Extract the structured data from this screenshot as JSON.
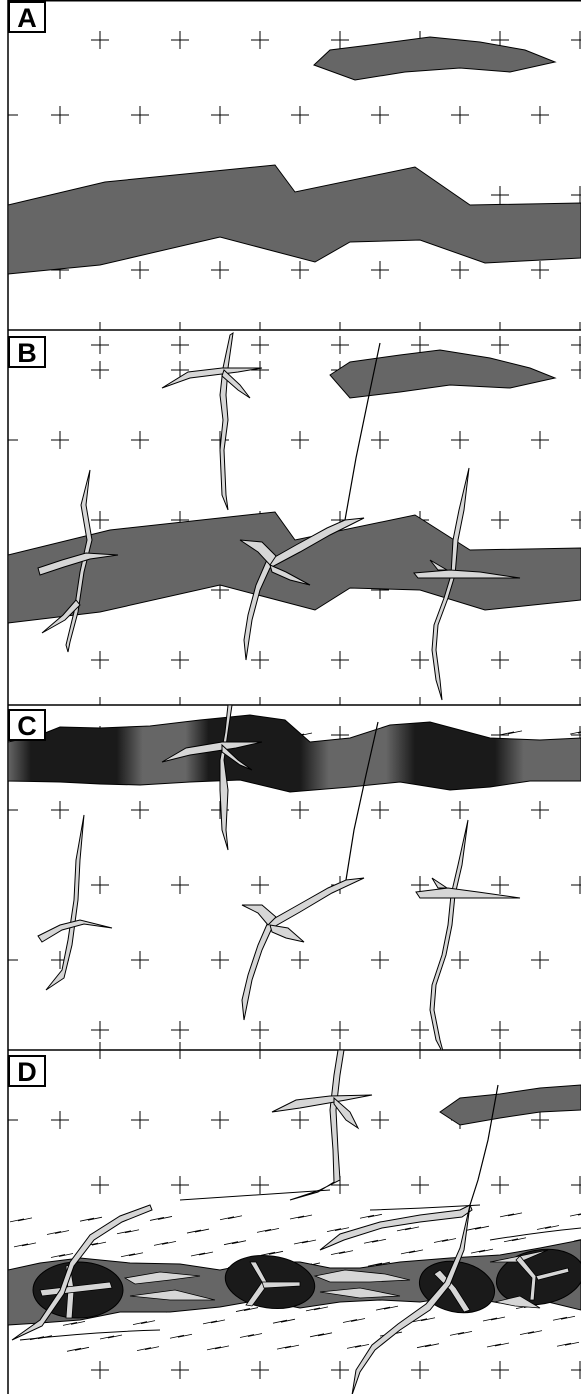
{
  "panels": [
    {
      "label": "A"
    },
    {
      "label": "B"
    },
    {
      "label": "C"
    },
    {
      "label": "D"
    }
  ],
  "colors": {
    "host_rock": "#ffffff",
    "layer": "#666666",
    "boudin": "#1a1a1a",
    "vein_fill": "#d6d6d6",
    "outline": "#000000"
  }
}
